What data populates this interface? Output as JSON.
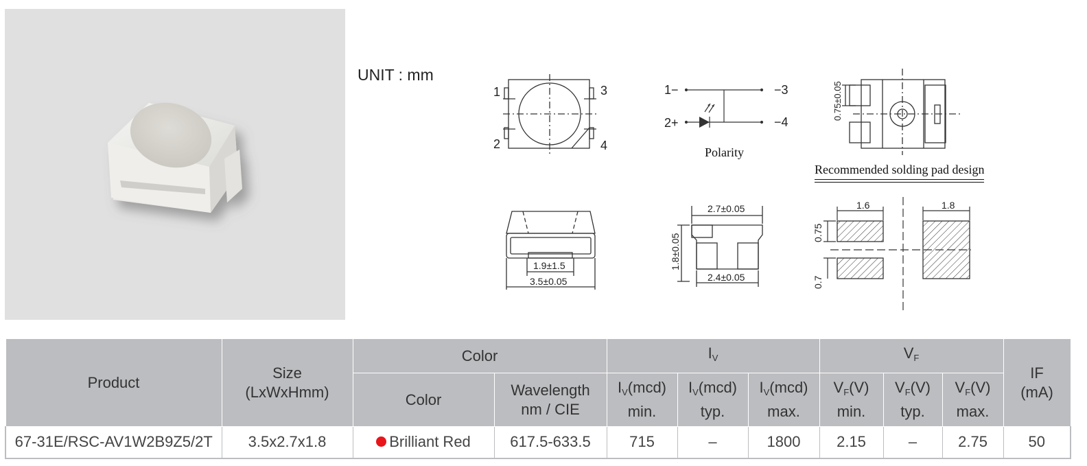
{
  "unit_label": "UNIT : mm",
  "drawing_labels": {
    "top_pins": [
      "1",
      "2",
      "3",
      "4"
    ],
    "polarity_pins": [
      "1−",
      "2+",
      "−3",
      "−4"
    ],
    "polarity_caption": "Polarity",
    "pad_caption": "Recommended solding pad design",
    "pad_height": "0.75±0.05",
    "inner_width": "1.9±1.5",
    "total_length": "3.5±0.05",
    "width": "2.7±0.05",
    "height": "1.8±0.05",
    "bottom_width": "2.4±0.05",
    "pad_left": "1.6",
    "pad_right": "1.8",
    "pad_gap_top": "0.75",
    "pad_gap_bottom": "0.7"
  },
  "table": {
    "headers": {
      "product": "Product",
      "size": "Size",
      "size_unit": "(LxWxHmm)",
      "color_group": "Color",
      "color": "Color",
      "wavelength": "Wavelength",
      "wavelength_unit": "nm / CIE",
      "iv_group_main": "I",
      "iv_group_sub": "V",
      "iv_sym": "I",
      "iv_sub": "V",
      "iv_unit": "(mcd)",
      "vf_group_main": "V",
      "vf_group_sub": "F",
      "vf_sym": "V",
      "vf_sub": "F",
      "vf_unit": "(V)",
      "min": "min.",
      "typ": "typ.",
      "max": "max.",
      "if_label": "IF",
      "if_unit": "(mA)"
    },
    "rows": [
      {
        "product": "67-31E/RSC-AV1W2B9Z5/2T",
        "size": "3.5x2.7x1.8",
        "color_name": "Brilliant Red",
        "color_hex": "#e8151b",
        "wavelength": "617.5-633.5",
        "iv_min": "715",
        "iv_typ": "–",
        "iv_max": "1800",
        "vf_min": "2.15",
        "vf_typ": "–",
        "vf_max": "2.75",
        "if": "50"
      }
    ]
  }
}
